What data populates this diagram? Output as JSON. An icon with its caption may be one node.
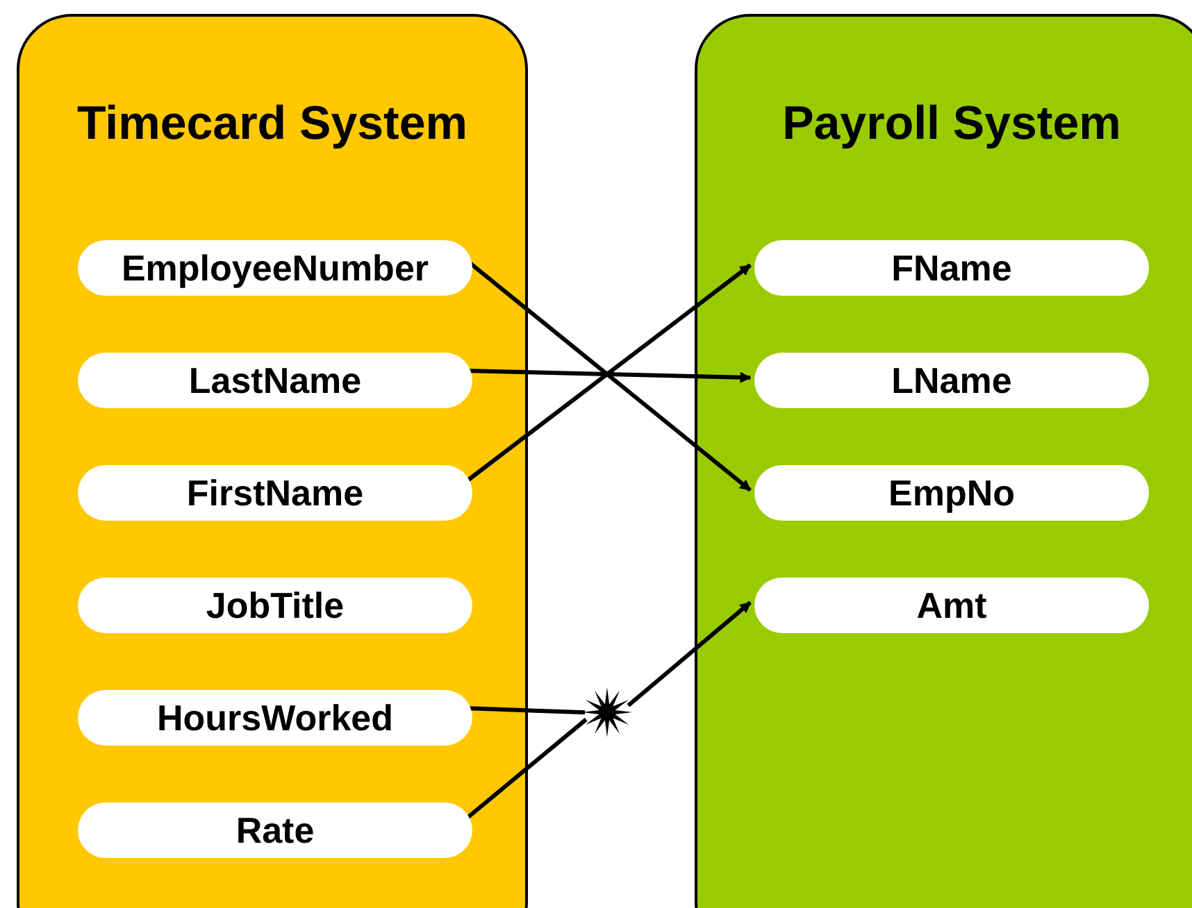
{
  "diagram": {
    "nodes": [
      {
        "text": [
          "Timecard System"
        ]
      },
      {
        "text": [
          "EmployeeNumber"
        ],
        "in": 0
      },
      {
        "text": [
          "LastName"
        ],
        "in": 0
      },
      {
        "text": [
          "FirstName"
        ],
        "in": 0
      },
      {
        "text": [
          "JobTitle"
        ],
        "in": 0
      },
      {
        "text": [
          "HoursWorked"
        ],
        "in": 0
      },
      {
        "text": [
          "Rate"
        ],
        "in": 0
      },
      {
        "text": [
          "Payroll System"
        ]
      },
      {
        "text": [
          "FName"
        ],
        "in": 7
      },
      {
        "text": [
          "LName"
        ],
        "in": 7
      },
      {
        "text": [
          "EmpNo"
        ],
        "in": 7
      },
      {
        "text": [
          "Amt"
        ],
        "in": 7
      },
      {
        "text": [],
        "shape": "star"
      }
    ],
    "edges": [
      {
        "from": 1,
        "to": 10,
        "arrow": "to"
      },
      {
        "from": 2,
        "to": 9,
        "arrow": "to"
      },
      {
        "from": 3,
        "to": 8,
        "arrow": "to"
      },
      {
        "from": 5,
        "to": 12,
        "arrow": "none"
      },
      {
        "from": 6,
        "to": 12,
        "arrow": "none"
      },
      {
        "from": 12,
        "to": 11,
        "arrow": "to"
      }
    ]
  }
}
